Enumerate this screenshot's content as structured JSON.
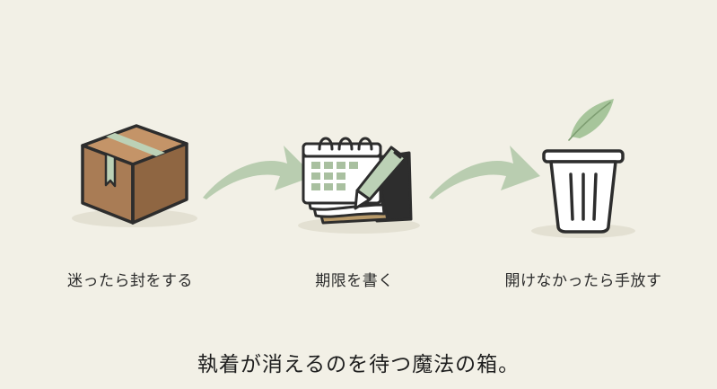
{
  "steps": [
    {
      "label": "迷ったら封をする",
      "icon": "sealed-box-icon"
    },
    {
      "label": "期限を書く",
      "icon": "calendar-pen-icon"
    },
    {
      "label": "開けなかったら手放す",
      "icon": "trash-bin-feather-icon"
    }
  ],
  "tagline": "執着が消えるのを待つ魔法の箱。",
  "colors": {
    "background": "#f2f0e6",
    "arrow": "#b9cdb0",
    "box": "#a97c55",
    "tape": "#bcd1b6",
    "outline": "#2d2d2d",
    "calendar_grid": "#a9c0a0",
    "feather": "#a7c59b"
  }
}
